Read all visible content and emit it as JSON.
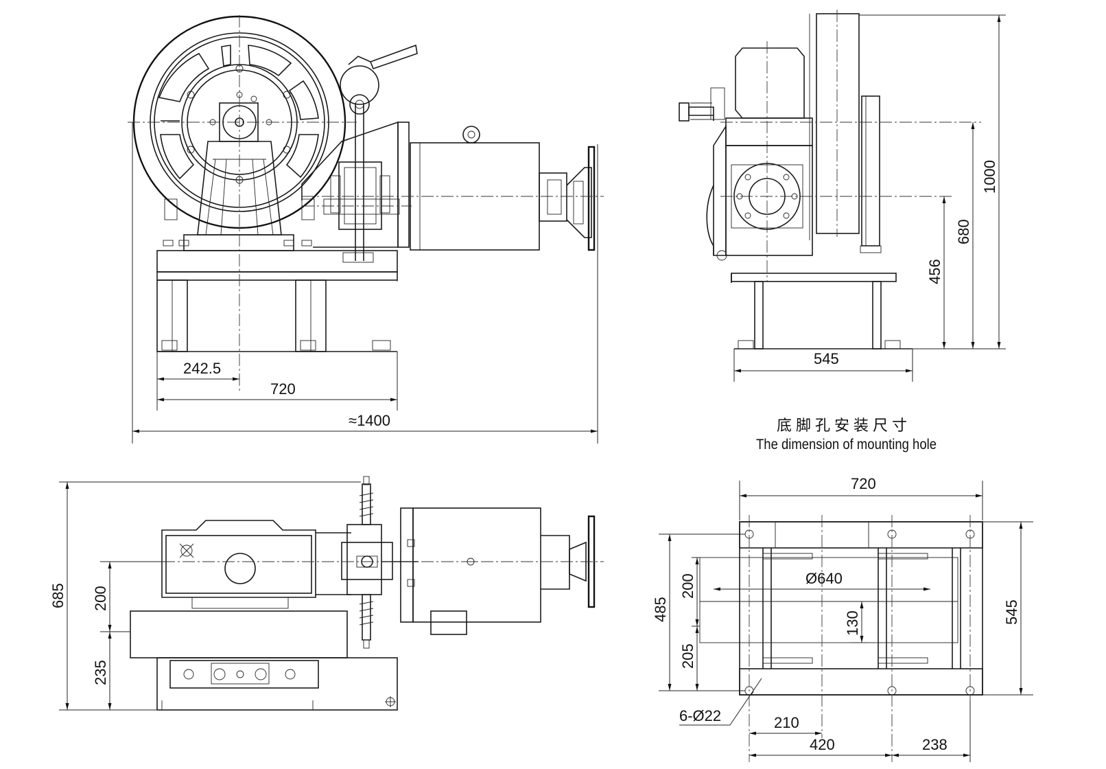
{
  "caption": {
    "zh": "底脚孔安装尺寸",
    "en": "The dimension of mounting hole"
  },
  "front_view": {
    "dims": {
      "offset": "242.5",
      "base_width": "720",
      "overall_length": "≈1400"
    }
  },
  "side_view": {
    "dims": {
      "height_total": "1000",
      "height_shaft": "680",
      "height_flange": "456",
      "base_width": "545"
    }
  },
  "top_view": {
    "dims": {
      "overall_depth": "685",
      "axis_offset": "200",
      "rear_offset": "235"
    }
  },
  "mounting_plan": {
    "dims": {
      "width": "720",
      "pulley_dia": "Ø640",
      "height_outer": "545",
      "hole_span": "485",
      "upper": "200",
      "lower": "205",
      "mid": "130",
      "holes": "6-Ø22",
      "x1": "210",
      "x2": "420",
      "x3": "238"
    }
  }
}
